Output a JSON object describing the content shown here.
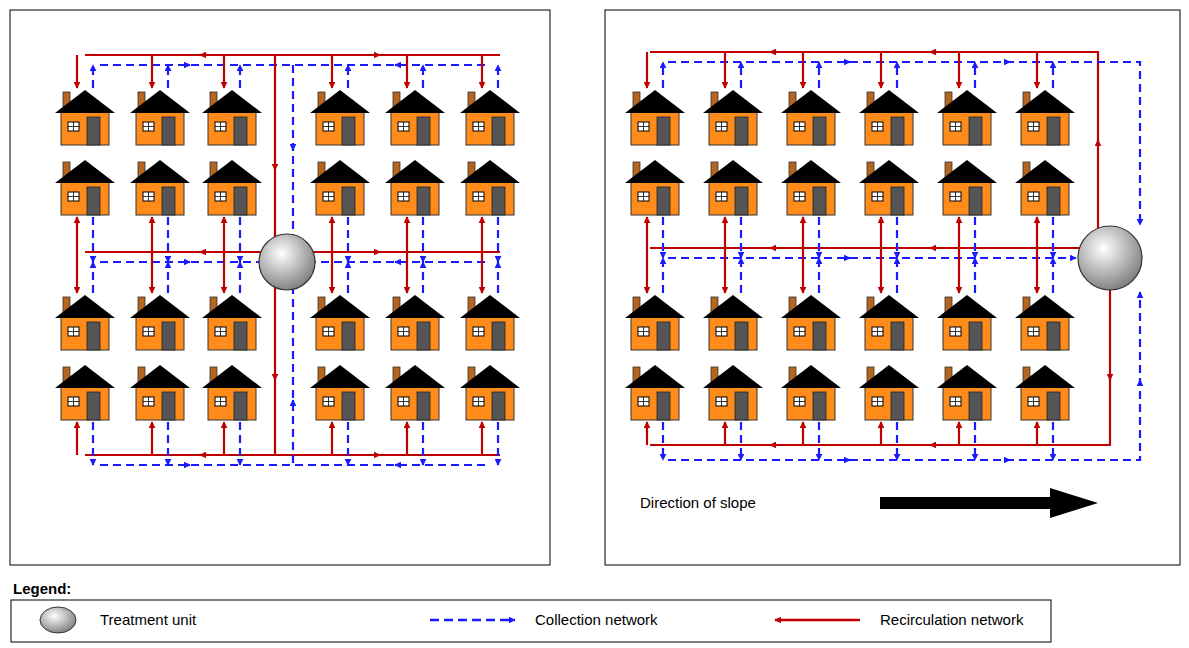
{
  "diagram": {
    "labels": [
      "Direction of slope",
      "Legend:"
    ],
    "legend": [
      {
        "text": "Treatment unit"
      },
      {
        "text": "Collection network"
      },
      {
        "text": "Recirculation network"
      }
    ]
  }
}
